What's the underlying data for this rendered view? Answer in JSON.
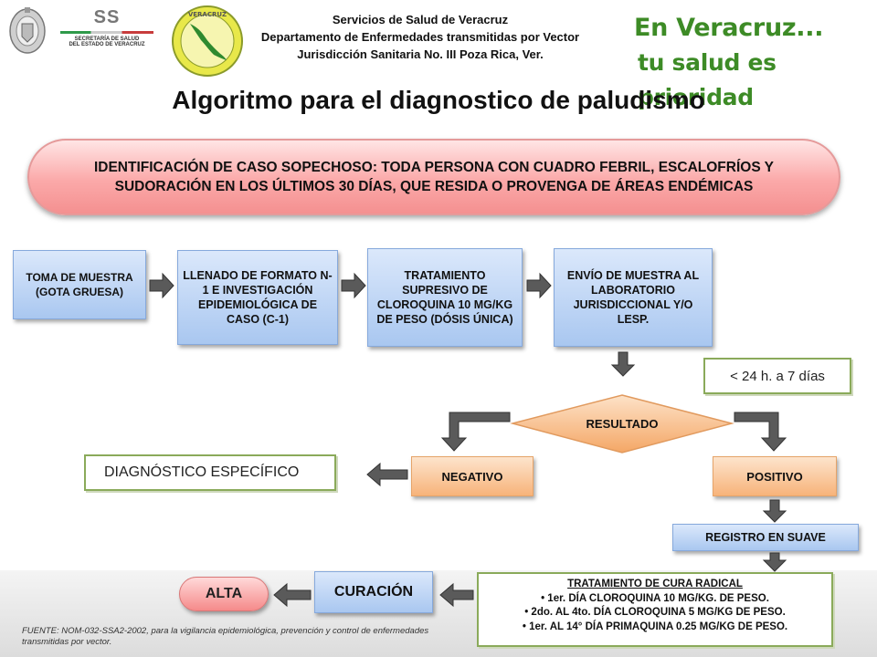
{
  "header": {
    "logo_ss_text": "SS",
    "logo_ss_sub1": "SECRETARÍA DE SALUD",
    "logo_ss_sub2": "DEL ESTADO DE VERACRUZ",
    "logo_veracruz_text": "VERACRUZ",
    "org_line1": "Servicios de Salud de Veracruz",
    "org_line2": "Departamento de Enfermedades transmitidas por Vector",
    "org_line3": "Jurisdicción Sanitaria No. III Poza Rica, Ver.",
    "slogan_line1": "En Veracruz...",
    "slogan_line2": "tu salud es prioridad"
  },
  "title": "Algoritmo para el diagnostico de paludismo",
  "suspect_case": "IDENTIFICACIÓN DE CASO SOPECHOSO: TODA PERSONA CON CUADRO FEBRIL, ESCALOFRÍOS Y SUDORACIÓN EN LOS ÚLTIMOS 30 DÍAS, QUE RESIDA O PROVENGA DE ÁREAS ENDÉMICAS",
  "steps": {
    "sample": "TOMA DE MUESTRA (GOTA GRUESA)",
    "form": "LLENADO DE FORMATO N-1 E INVESTIGACIÓN EPIDEMIOLÓGICA DE CASO (C-1)",
    "treatment": "TRATAMIENTO SUPRESIVO DE CLOROQUINA 10 MG/KG DE PESO (DÓSIS ÚNICA)",
    "shipping": "ENVÍO DE MUESTRA AL LABORATORIO JURISDICCIONAL Y/O LESP."
  },
  "time_window": "< 24 h. a 7 días",
  "result": "RESULTADO",
  "negative": "NEGATIVO",
  "positive": "POSITIVO",
  "specific_diagnosis": "DIAGNÓSTICO ESPECÍFICO",
  "register": "REGISTRO EN SUAVE",
  "radical_treatment": {
    "title": "TRATAMIENTO DE CURA RADICAL",
    "lines": [
      "• 1er. DÍA CLOROQUINA 10 MG/KG. DE PESO.",
      "• 2do. AL 4to. DÍA CLOROQUINA 5 MG/KG DE PESO.",
      "• 1er. AL 14° DÍA PRIMAQUINA 0.25 MG/KG DE PESO."
    ]
  },
  "cure": "CURACIÓN",
  "discharge": "ALTA",
  "footnote": "FUENTE: NOM-032-SSA2-2002, para la vigilancia epidemiológica, prevención y control de enfermedades transmitidas por vector.",
  "colors": {
    "pill": "#fba9a9",
    "blue_box": "#a9c7f0",
    "peach_box": "#f7b37a",
    "green_border": "#8aaa5a",
    "slogan_green": "#3d8b26",
    "arrow": "#555555"
  }
}
